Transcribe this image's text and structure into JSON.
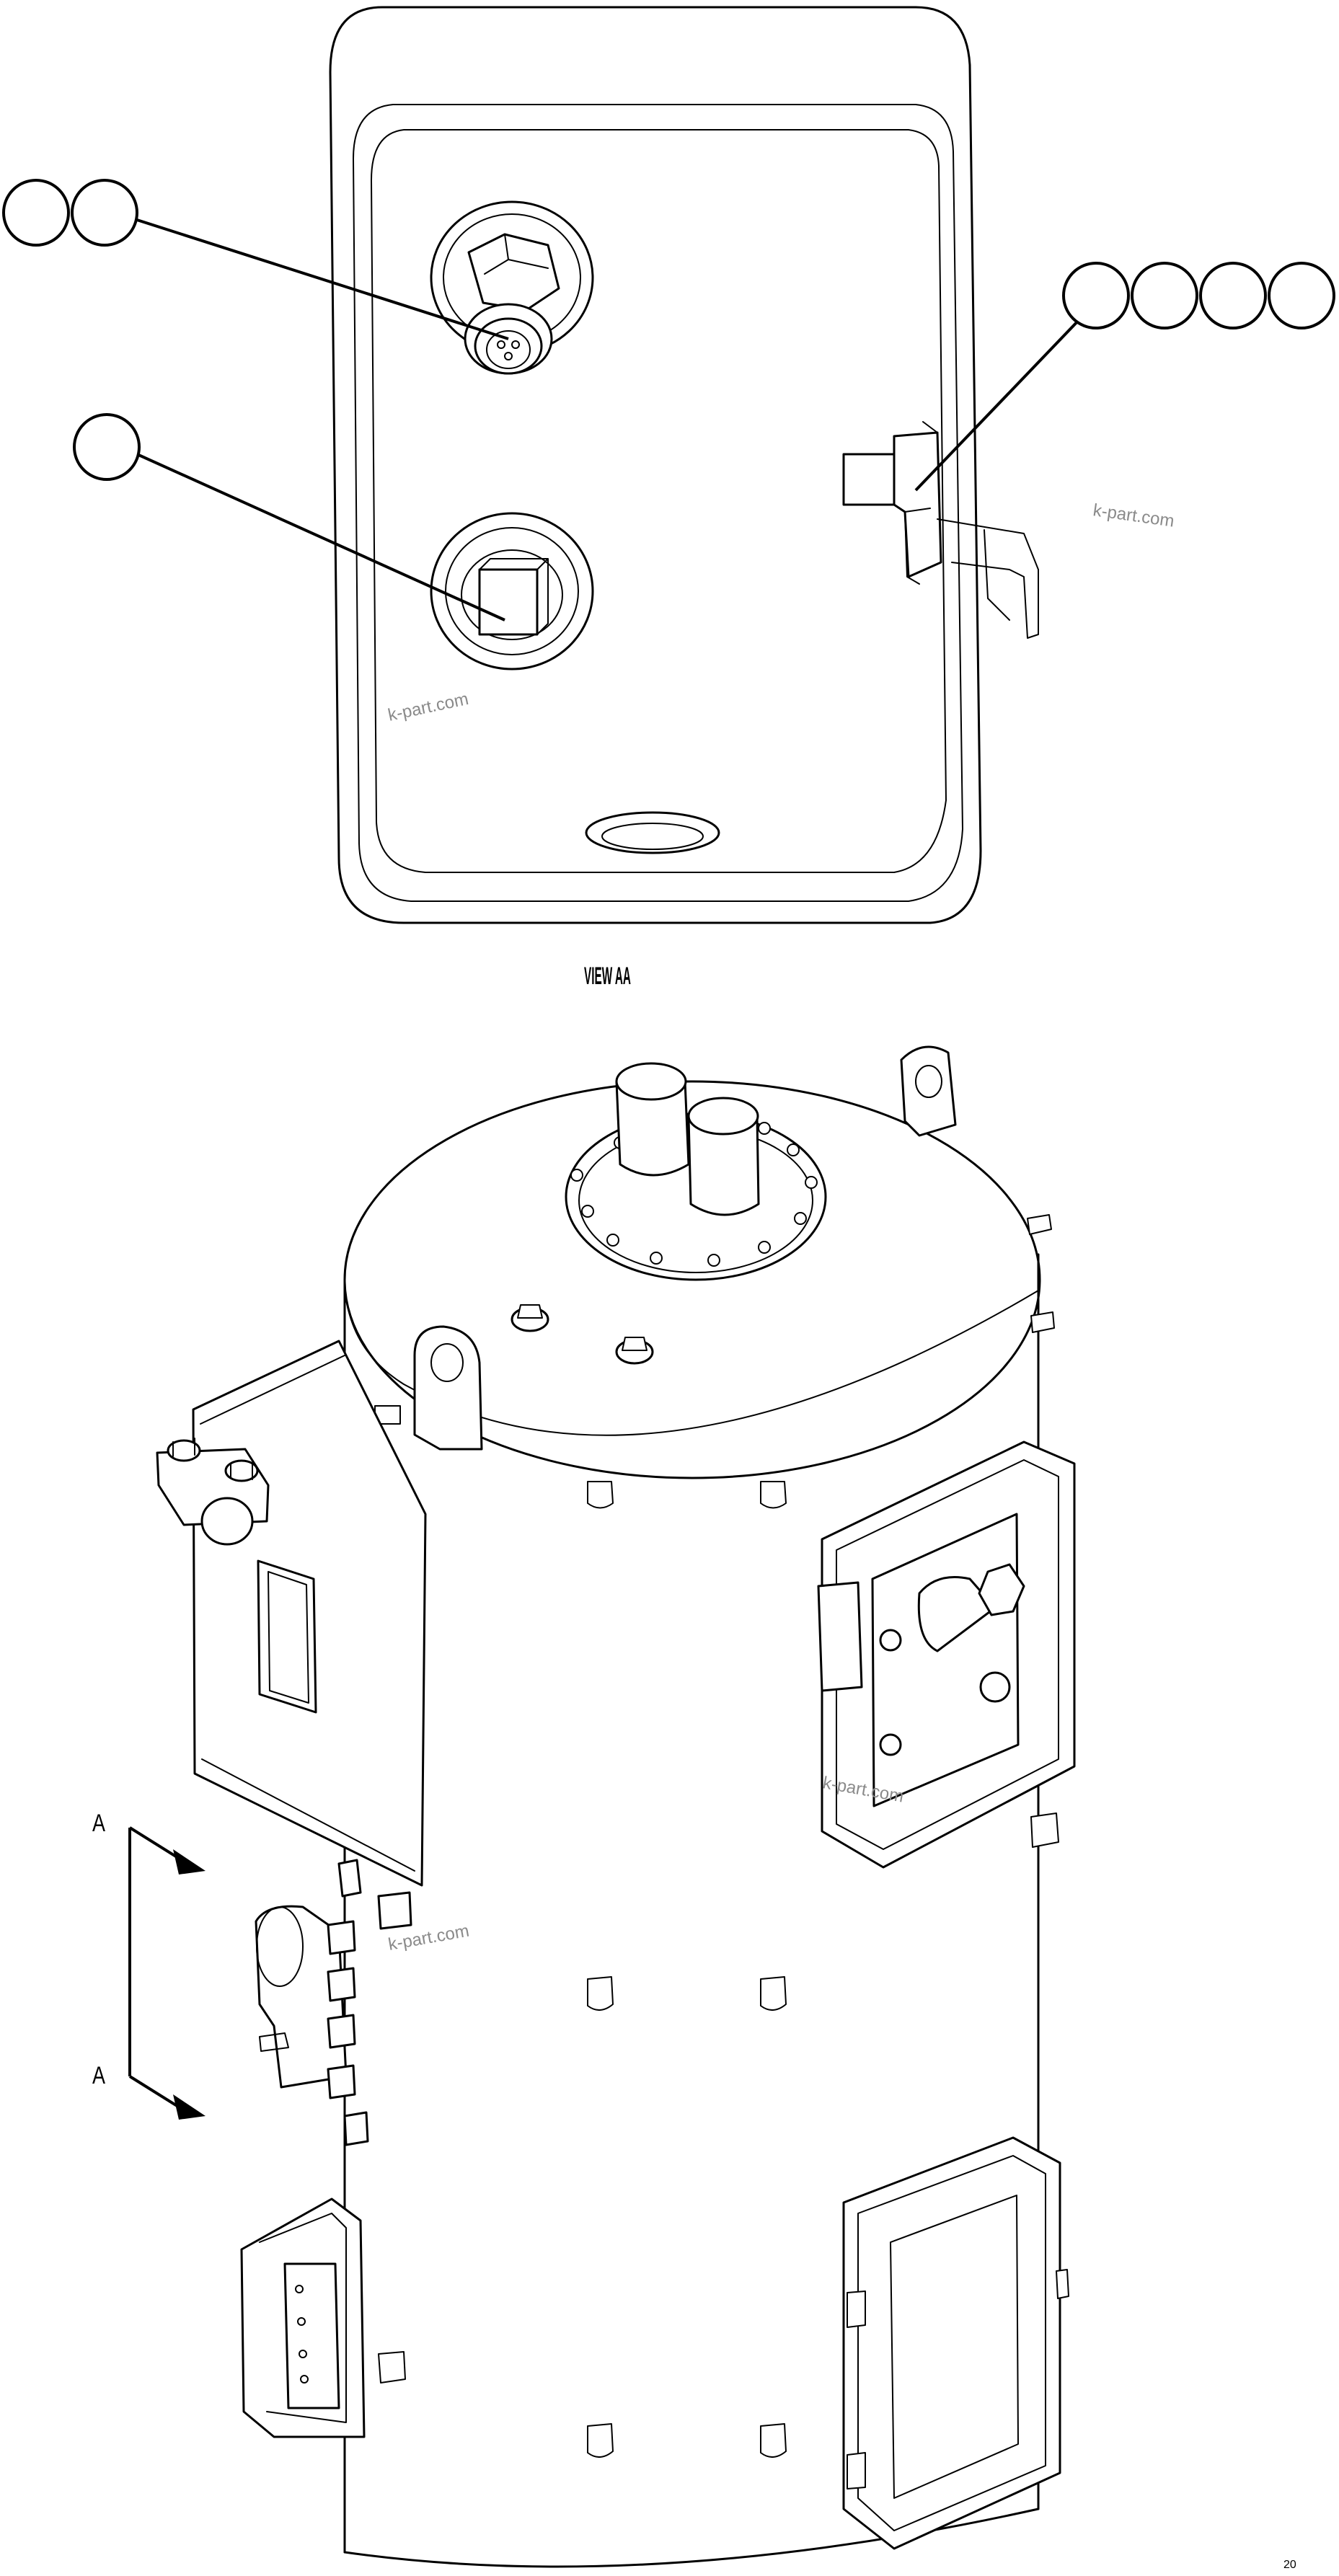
{
  "view_label": "VIEW AA",
  "section_marks": [
    "A",
    "A"
  ],
  "watermarks": [
    "k-part.com",
    "k-part.com",
    "k-part.com",
    "k-part.com"
  ],
  "figure_code": "20"
}
